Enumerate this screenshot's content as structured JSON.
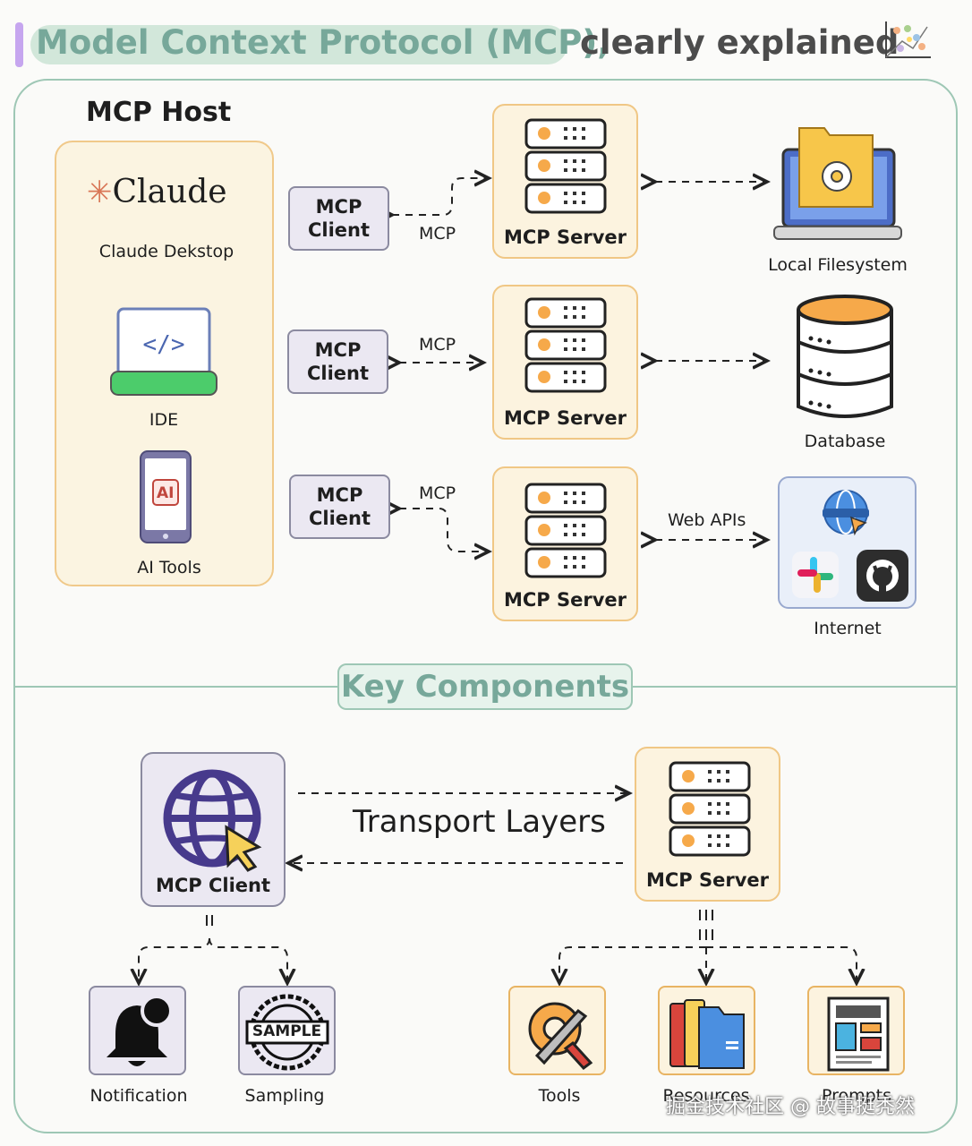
{
  "title": {
    "main": "Model Context Protocol (MCP),",
    "sub": "clearly explained"
  },
  "host": {
    "title": "MCP Host",
    "claude_logo": "Claude",
    "apps": [
      {
        "label": "Claude Dekstop"
      },
      {
        "label": "IDE",
        "icon": "code-laptop-icon"
      },
      {
        "label": "AI Tools",
        "icon": "ai-phone-icon",
        "badge": "AI"
      }
    ]
  },
  "rows": [
    {
      "client": [
        "MCP",
        "Client"
      ],
      "protocol": "MCP",
      "server": "MCP Server",
      "resource": "Local Filesystem",
      "resource_icon": "folder-laptop-icon"
    },
    {
      "client": [
        "MCP",
        "Client"
      ],
      "protocol": "MCP",
      "server": "MCP Server",
      "resource": "Database",
      "resource_icon": "database-icon"
    },
    {
      "client": [
        "MCP",
        "Client"
      ],
      "protocol": "MCP",
      "server": "MCP Server",
      "resource": "Internet",
      "resource_icon": "internet-icon",
      "link_label": "Web APIs"
    }
  ],
  "key_components": {
    "heading": "Key Components",
    "client": "MCP Client",
    "server": "MCP Server",
    "transport": "Transport Layers",
    "client_features": [
      "Notification",
      "Sampling"
    ],
    "server_features": [
      "Tools",
      "Resources",
      "Prompts"
    ],
    "sample_stamp": "SAMPLE"
  },
  "watermark": "掘金技术社区 @ 故事挺秃然",
  "colors": {
    "accent_green": "#77a89a",
    "server_orange": "#f0c785",
    "client_purple": "#8b8aa0",
    "dot_orange": "#f6a94a"
  }
}
